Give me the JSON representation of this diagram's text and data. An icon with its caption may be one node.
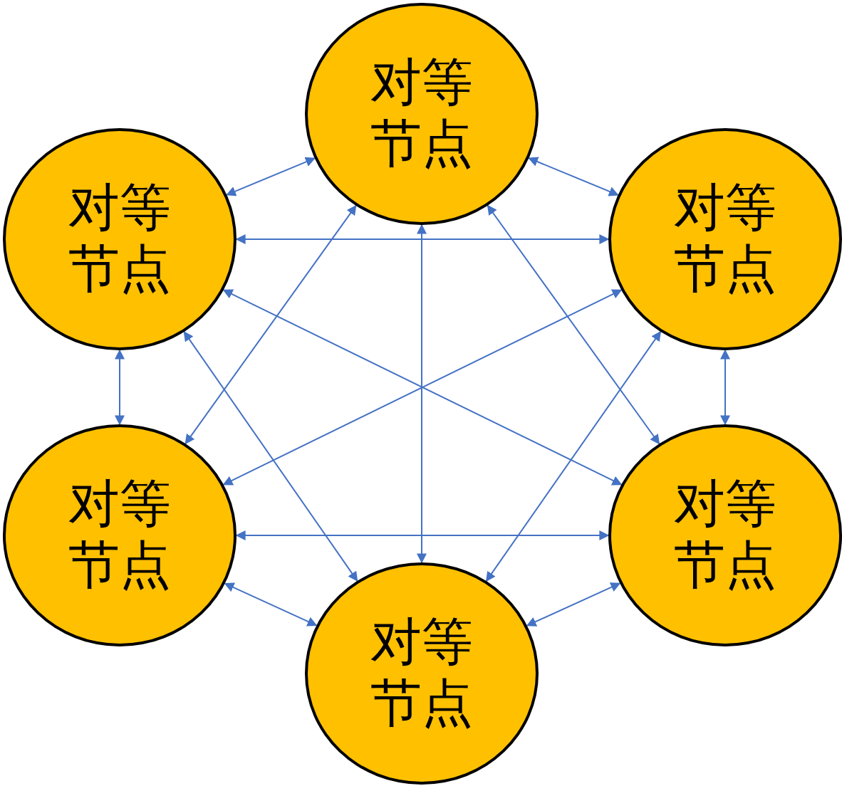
{
  "diagram": {
    "nodes": [
      {
        "text": [
          "对等节点"
        ]
      },
      {
        "text": [
          "对等节点"
        ]
      },
      {
        "text": [
          "对等节点"
        ]
      },
      {
        "text": [
          "对等节点"
        ]
      },
      {
        "text": [
          "对等节点"
        ]
      },
      {
        "text": [
          "对等节点"
        ]
      }
    ],
    "edges": [
      {
        "from": 0,
        "to": 1,
        "arrow": "both"
      },
      {
        "from": 0,
        "to": 2,
        "arrow": "both"
      },
      {
        "from": 1,
        "to": 3,
        "arrow": "both"
      },
      {
        "from": 2,
        "to": 4,
        "arrow": "both"
      },
      {
        "from": 3,
        "to": 5,
        "arrow": "both"
      },
      {
        "from": 4,
        "to": 5,
        "arrow": "both"
      },
      {
        "from": 1,
        "to": 2,
        "arrow": "both"
      },
      {
        "from": 3,
        "to": 4,
        "arrow": "both"
      },
      {
        "from": 0,
        "to": 5,
        "arrow": "both"
      },
      {
        "from": 0,
        "to": 3,
        "arrow": "both"
      },
      {
        "from": 0,
        "to": 4,
        "arrow": "both"
      },
      {
        "from": 1,
        "to": 5,
        "arrow": "both"
      },
      {
        "from": 2,
        "to": 5,
        "arrow": "both"
      },
      {
        "from": 1,
        "to": 4,
        "arrow": "both"
      },
      {
        "from": 2,
        "to": 3,
        "arrow": "both"
      }
    ]
  }
}
